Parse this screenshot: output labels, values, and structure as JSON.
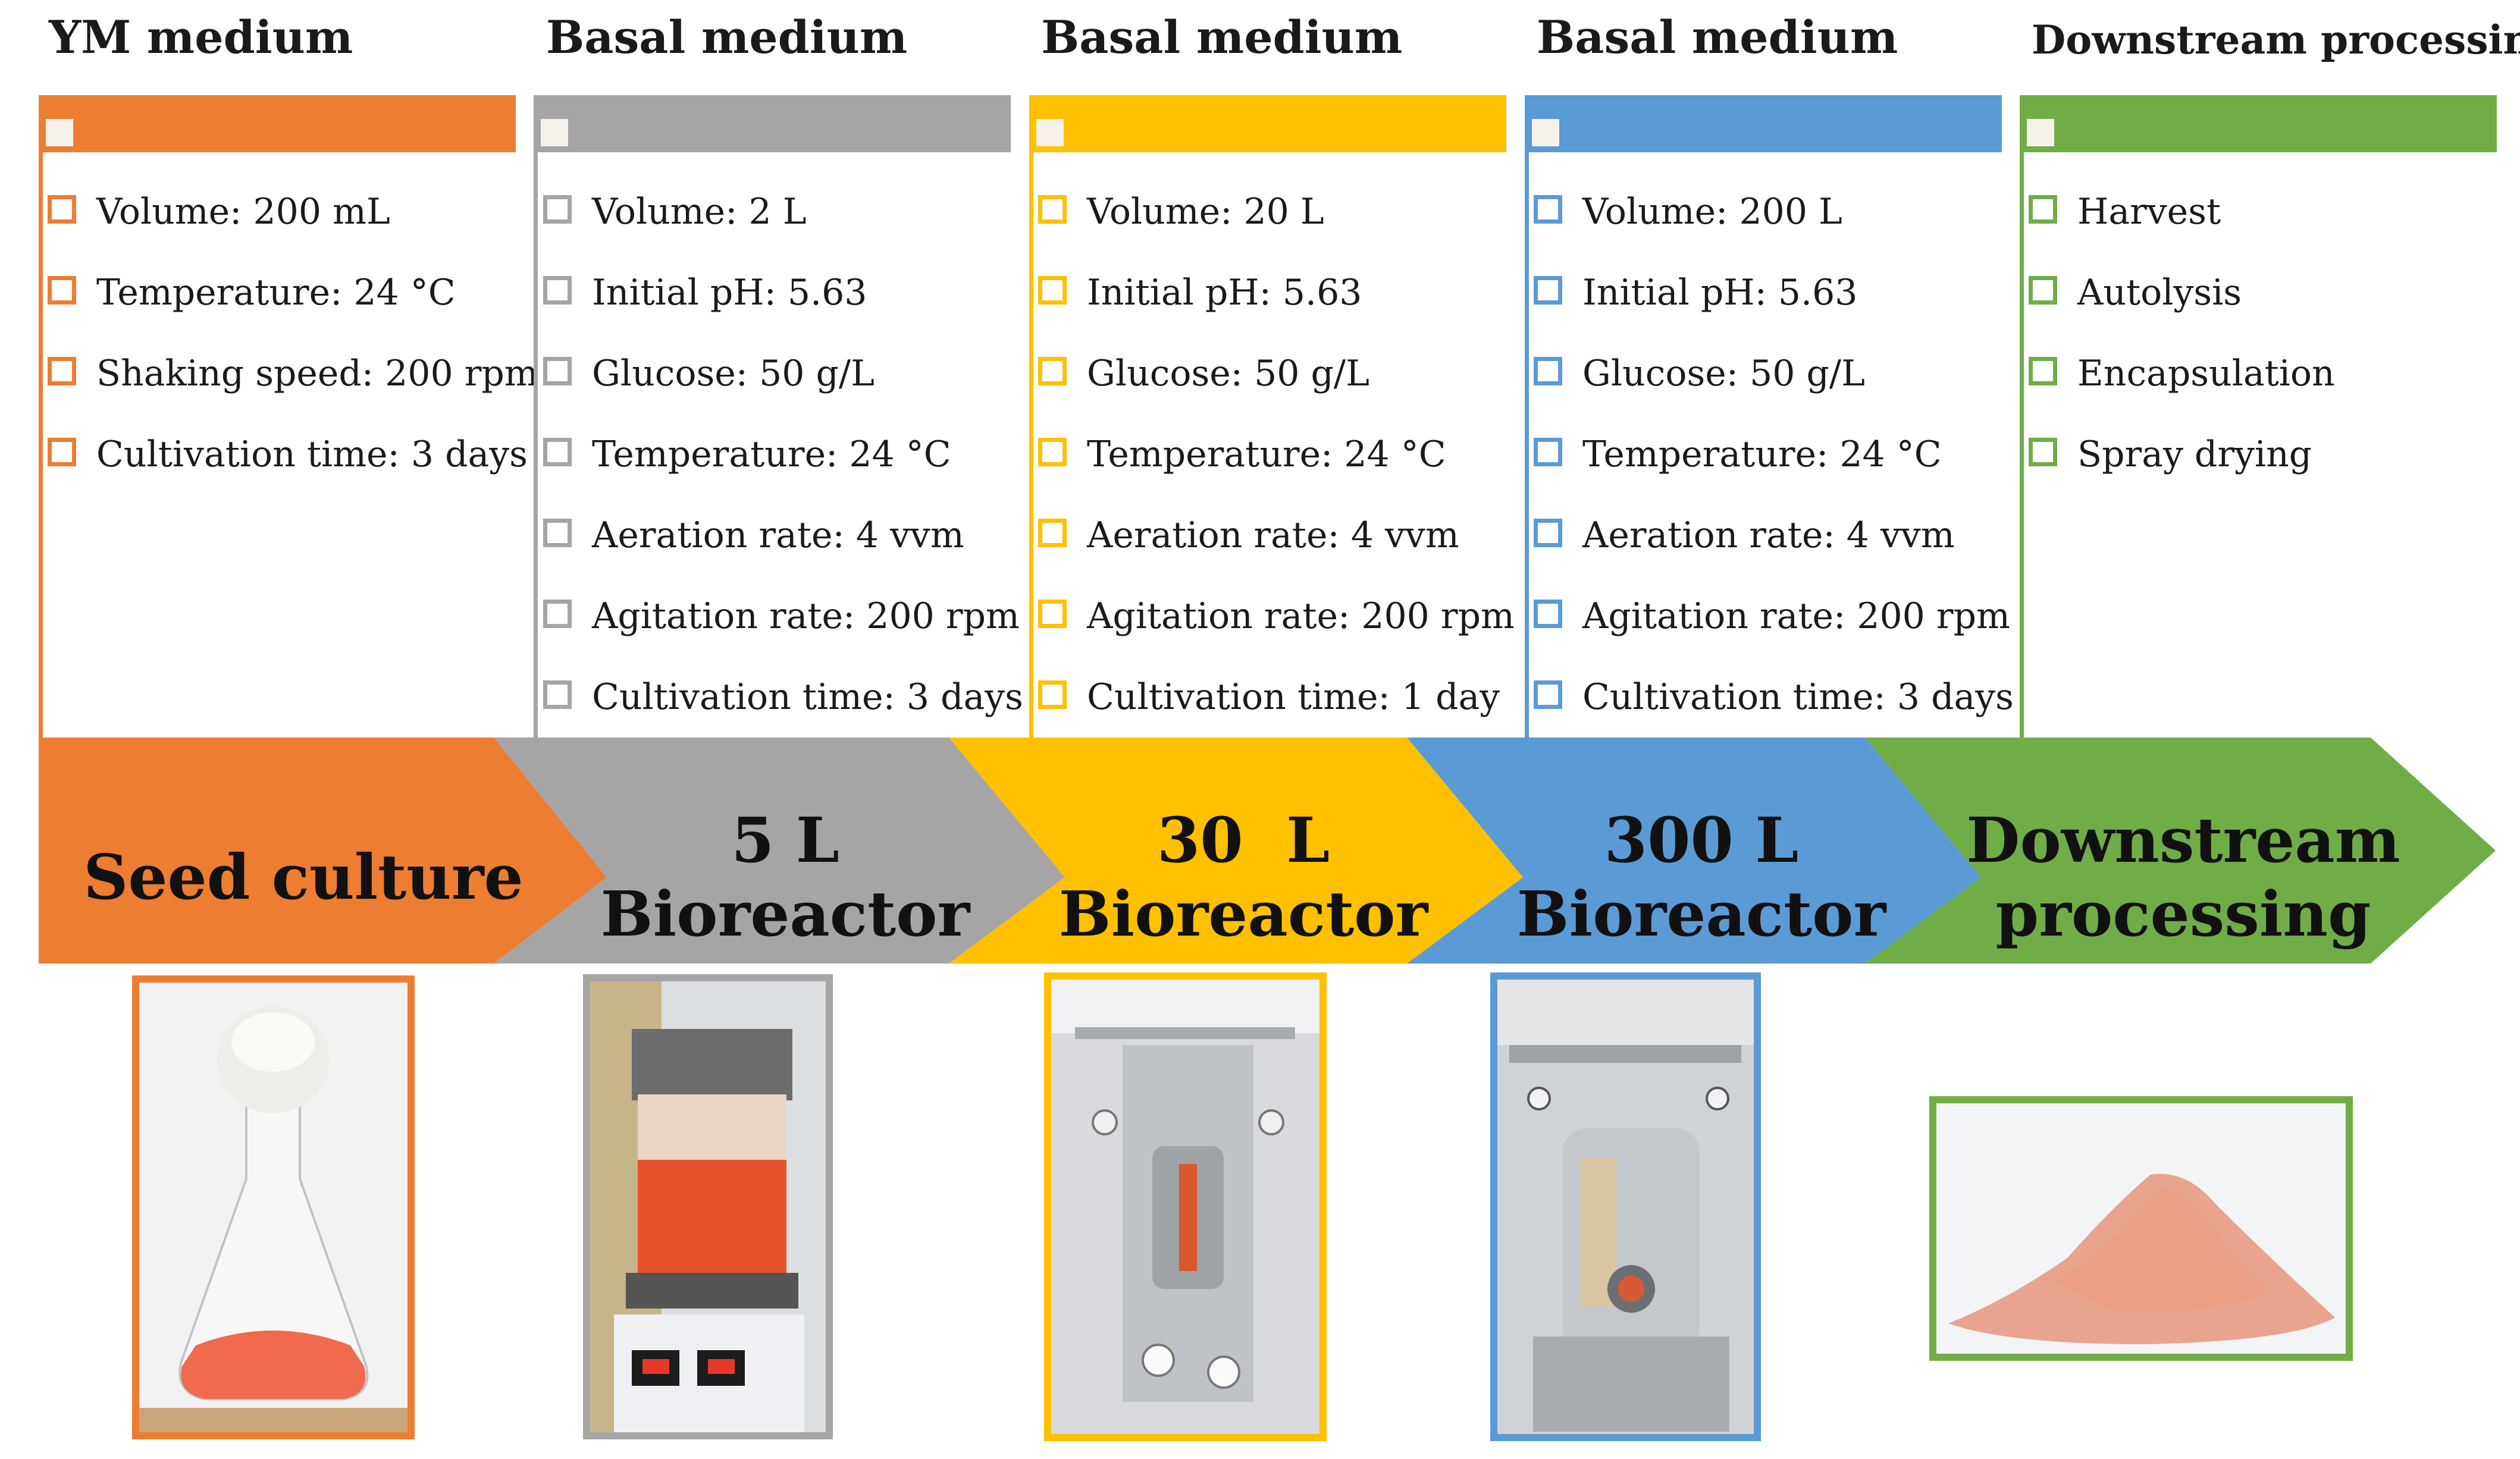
{
  "stages": [
    {
      "medium": "YM medium",
      "color": "#ED7D31",
      "items": [
        "Volume: 200 mL",
        "Temperature: 24 °C",
        "Shaking speed: 200 rpm",
        "Cultivation time: 3 days"
      ],
      "arrow_line1": "Seed culture",
      "arrow_line2": "",
      "photo": "flask-photo"
    },
    {
      "medium": "Basal medium",
      "color": "#A5A5A5",
      "items": [
        "Volume: 2 L",
        "Initial pH: 5.63",
        "Glucose: 50 g/L",
        "Temperature: 24 °C",
        "Aeration rate: 4 vvm",
        "Agitation rate: 200 rpm",
        "Cultivation time: 3 days"
      ],
      "arrow_line1": "5 L",
      "arrow_line2": "Bioreactor",
      "photo": "bioreactor-5l-photo"
    },
    {
      "medium": "Basal medium",
      "color": "#FFC000",
      "items": [
        "Volume: 20 L",
        "Initial pH: 5.63",
        "Glucose: 50 g/L",
        "Temperature: 24 °C",
        "Aeration rate: 4 vvm",
        "Agitation rate: 200 rpm",
        "Cultivation time: 1 day"
      ],
      "arrow_line1": "30  L",
      "arrow_line2": "Bioreactor",
      "photo": "bioreactor-30l-photo"
    },
    {
      "medium": "Basal medium",
      "color": "#5B9BD5",
      "items": [
        "Volume: 200 L",
        "Initial pH: 5.63",
        "Glucose: 50 g/L",
        "Temperature: 24 °C",
        "Aeration rate: 4 vvm",
        "Agitation rate: 200 rpm",
        "Cultivation time: 3 days"
      ],
      "arrow_line1": "300 L",
      "arrow_line2": "Bioreactor",
      "photo": "bioreactor-300l-photo"
    },
    {
      "medium": "Downstream processing",
      "color": "#70AD47",
      "items": [
        "Harvest",
        "Autolysis",
        "Encapsulation",
        "Spray drying"
      ],
      "arrow_line1": "Downstream",
      "arrow_line2": "processing",
      "photo": "powder-photo"
    }
  ]
}
